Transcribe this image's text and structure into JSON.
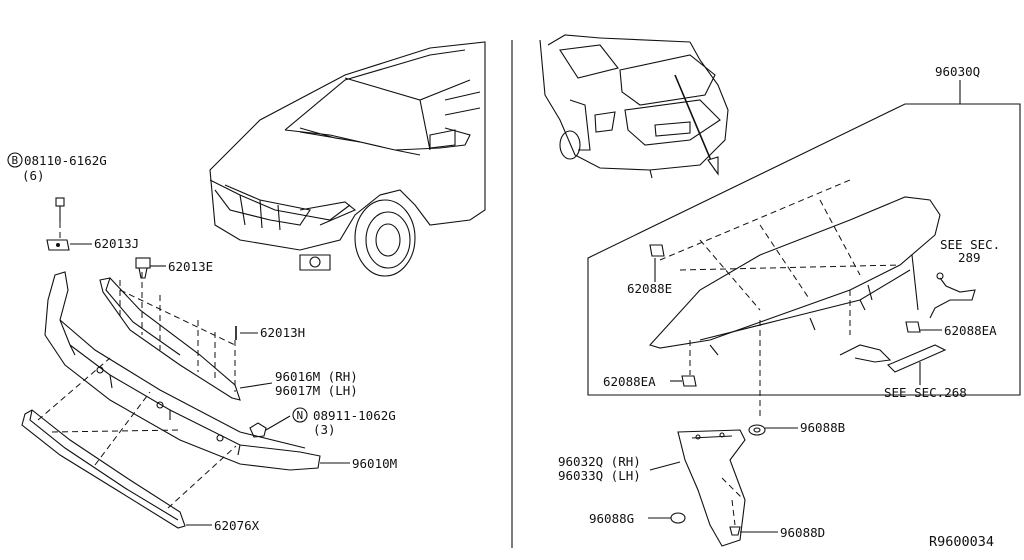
{
  "diagram": {
    "ref_code": "R9600034",
    "left_panel": {
      "bolt": {
        "badge": "B",
        "part_no": "08110-6162G",
        "qty": "(6)"
      },
      "clip_62013J": "62013J",
      "clip_62013E": "62013E",
      "clip_62013H": "62013H",
      "spoiler_rh": "96016M (RH)",
      "spoiler_lh": "96017M (LH)",
      "nut": {
        "badge": "N",
        "part_no": "08911-1062G",
        "qty": "(3)"
      },
      "lower_lip": "96010M",
      "lower_cover": "62076X"
    },
    "right_panel": {
      "assembly": "96030Q",
      "see_sec_289_line1": "SEE SEC.",
      "see_sec_289_line2": "289",
      "clip_62088E": "62088E",
      "clip_62088EA_right": "62088EA",
      "clip_62088EA_left": "62088EA",
      "see_sec_268": "SEE SEC.268",
      "grommet_96088B": "96088B",
      "side_rh": "96032Q (RH)",
      "side_lh": "96033Q (LH)",
      "grommet_96088G": "96088G",
      "screw_96088D": "96088D"
    }
  }
}
